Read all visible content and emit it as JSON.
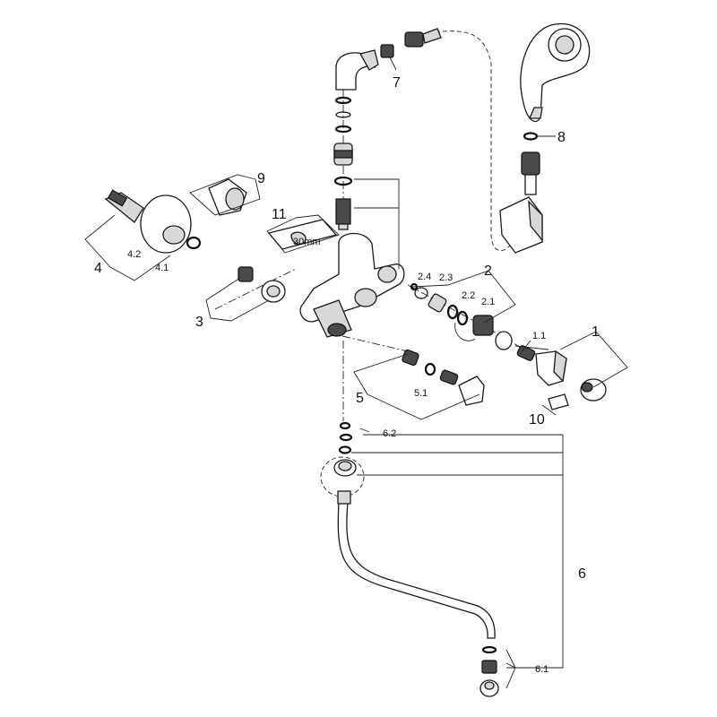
{
  "callouts": {
    "c1": "1",
    "c1_1": "1.1",
    "c2": "2",
    "c2_1": "2.1",
    "c2_2": "2.2",
    "c2_3": "2.3",
    "c2_4": "2.4",
    "c3": "3",
    "c4": "4",
    "c4_1": "4.1",
    "c4_2": "4.2",
    "c5": "5",
    "c5_1": "5.1",
    "c6": "6",
    "c6_1": "6.1",
    "c6_2": "6.2",
    "c7": "7",
    "c8": "8",
    "c9": "9",
    "c10": "10",
    "c11": "11"
  },
  "tool_dimension": "30mm"
}
